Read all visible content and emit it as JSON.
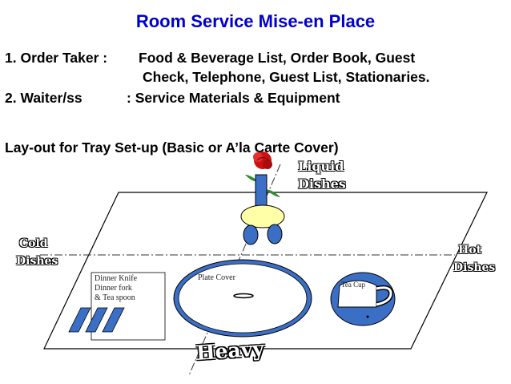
{
  "title": "Room Service Mise-en Place",
  "lines": {
    "order_taker_label": "1. Order Taker :",
    "order_taker_items_1": "Food & Beverage List, Order Book, Guest",
    "order_taker_items_2": "Check, Telephone, Guest List, Stationaries.",
    "waiter_label": "2. Waiter/ss",
    "waiter_items": ": Service Materials & Equipment",
    "layout_heading": "Lay-out for Tray Set-up (Basic or A’la Carte Cover)"
  },
  "diagram": {
    "liquid_1": "Liquid",
    "liquid_2": "Dishes",
    "cold_1": "Cold",
    "cold_2": "Dishes",
    "hot_1": "Hot",
    "hot_2": "Dishes",
    "cutlery_1": "Dinner Knife",
    "cutlery_2": "Dinner fork",
    "cutlery_3": "& Tea spoon",
    "plate_cover": "Plate Cover",
    "tea_cup": "Tea Cup",
    "heavy": "Heavy"
  },
  "colors": {
    "title": "#0000cc",
    "fill_blue": "#3b6fc6",
    "vase_yellow": "#ffffa8",
    "rose_red": "#cc1111",
    "stem_green": "#2e8b2e",
    "outline": "#000000"
  },
  "icons": [
    "rose-icon",
    "vase-icon",
    "tea-cup-icon",
    "cutlery-icon"
  ]
}
